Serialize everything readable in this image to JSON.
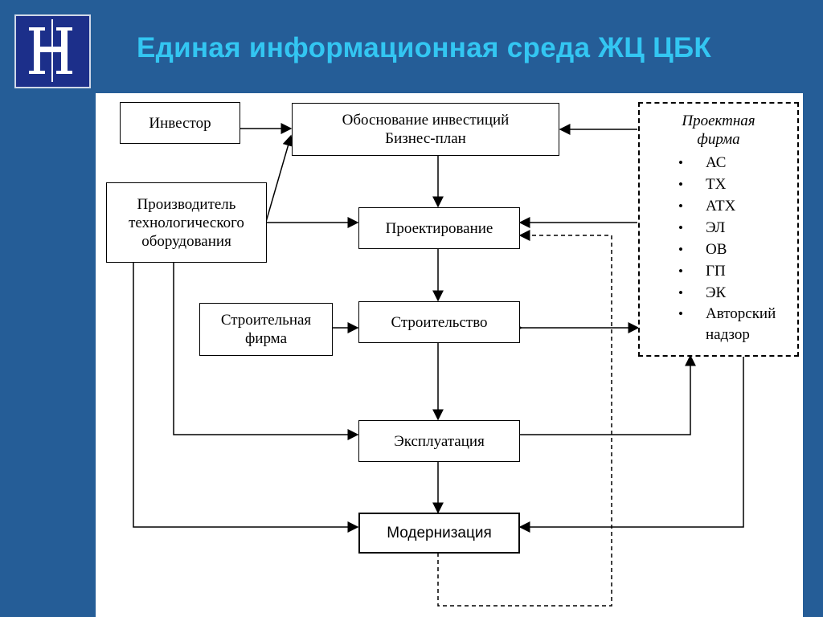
{
  "header": {
    "logo_letter": "Н",
    "title": "Единая информационная среда ЖЦ ЦБК"
  },
  "diagram": {
    "investor": "Инвестор",
    "justification": [
      "Обоснование инвестиций",
      "Бизнес-план"
    ],
    "manufacturer": [
      "Производитель",
      "технологического",
      "оборудования"
    ],
    "design": "Проектирование",
    "construction_firm": [
      "Строительная",
      "фирма"
    ],
    "construction": "Строительство",
    "operation": "Эксплуатация",
    "modernization": "Модернизация",
    "design_firm": {
      "title": [
        "Проектная",
        "фирма"
      ],
      "items": [
        "АС",
        "ТХ",
        "АТХ",
        "ЭЛ",
        "ОВ",
        "ГП",
        "ЭК",
        "Авторский надзор"
      ]
    }
  }
}
